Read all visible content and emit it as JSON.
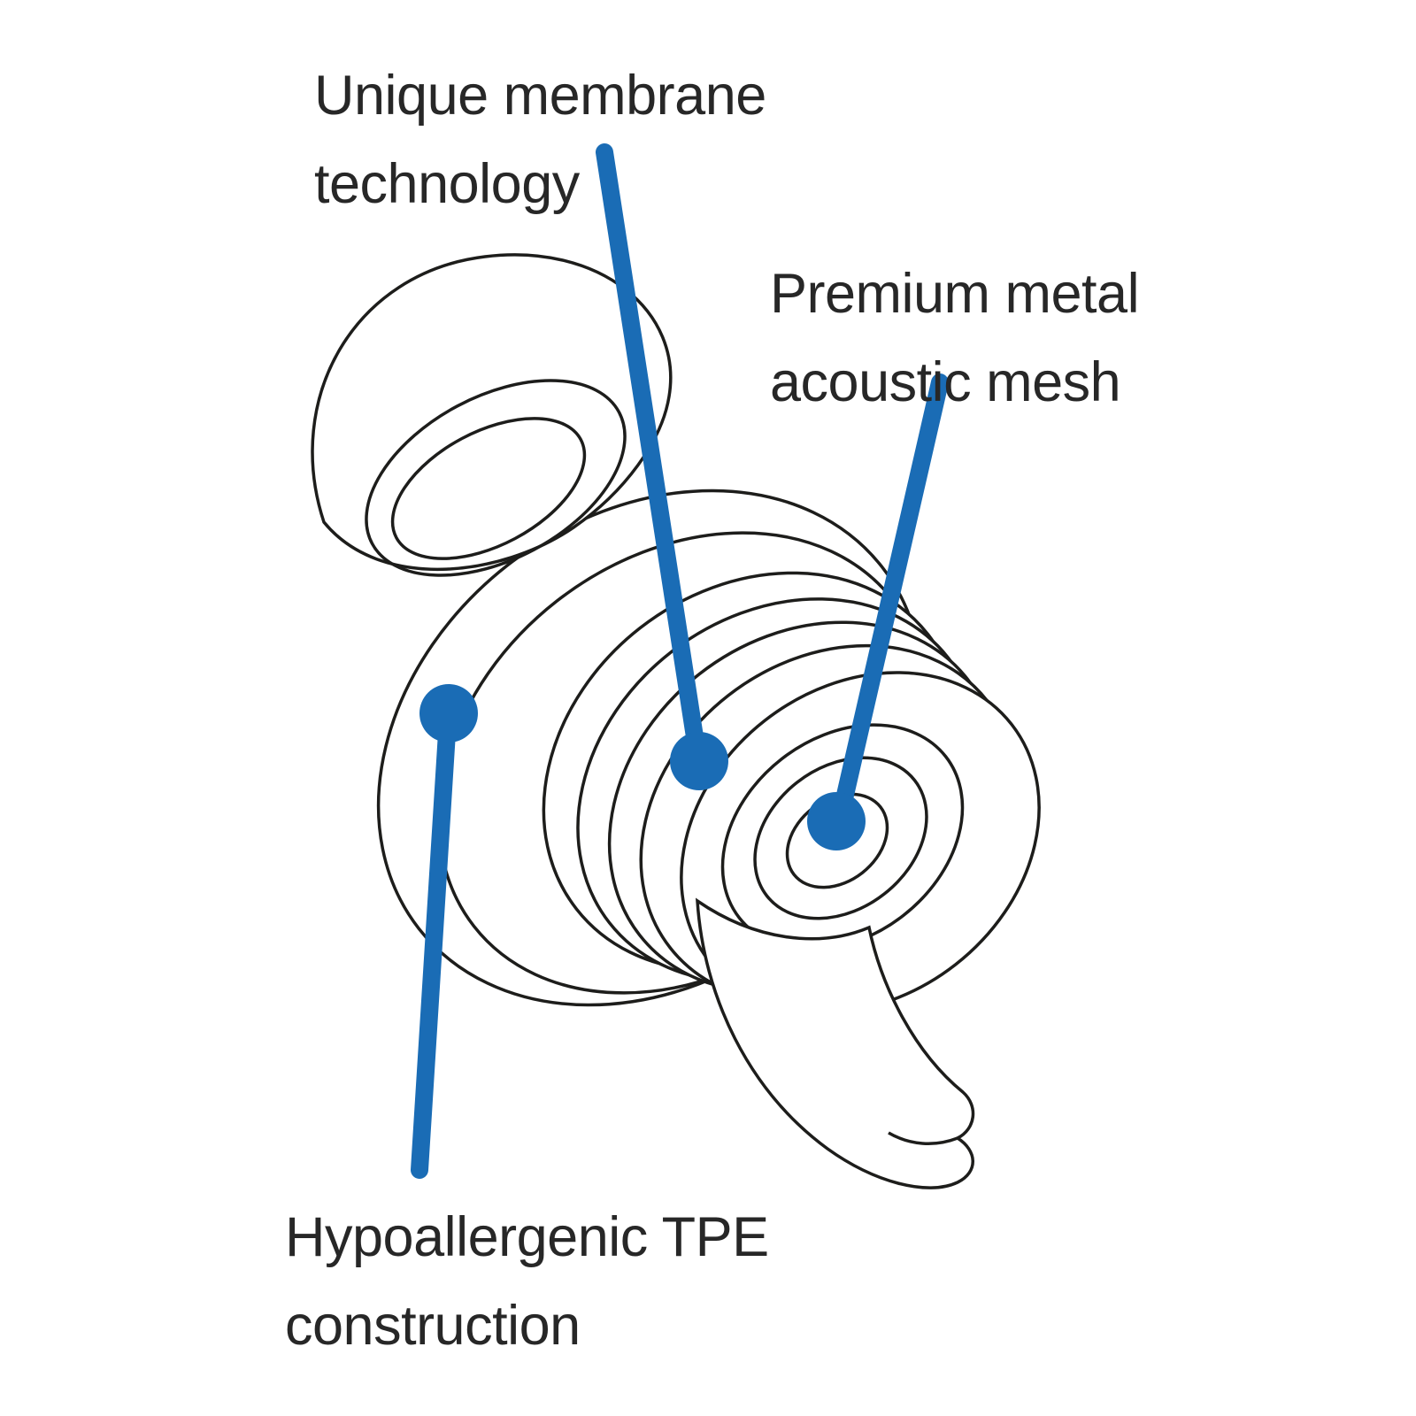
{
  "diagram": {
    "labels": {
      "membrane": "Unique membrane\ntechnology",
      "mesh": "Premium metal\nacoustic mesh",
      "tpe": "Hypoallergenic TPE\nconstruction"
    },
    "colors": {
      "accent": "#1a6cb5",
      "line": "#1d1d1b",
      "background": "#ffffff",
      "text": "#272727"
    }
  }
}
